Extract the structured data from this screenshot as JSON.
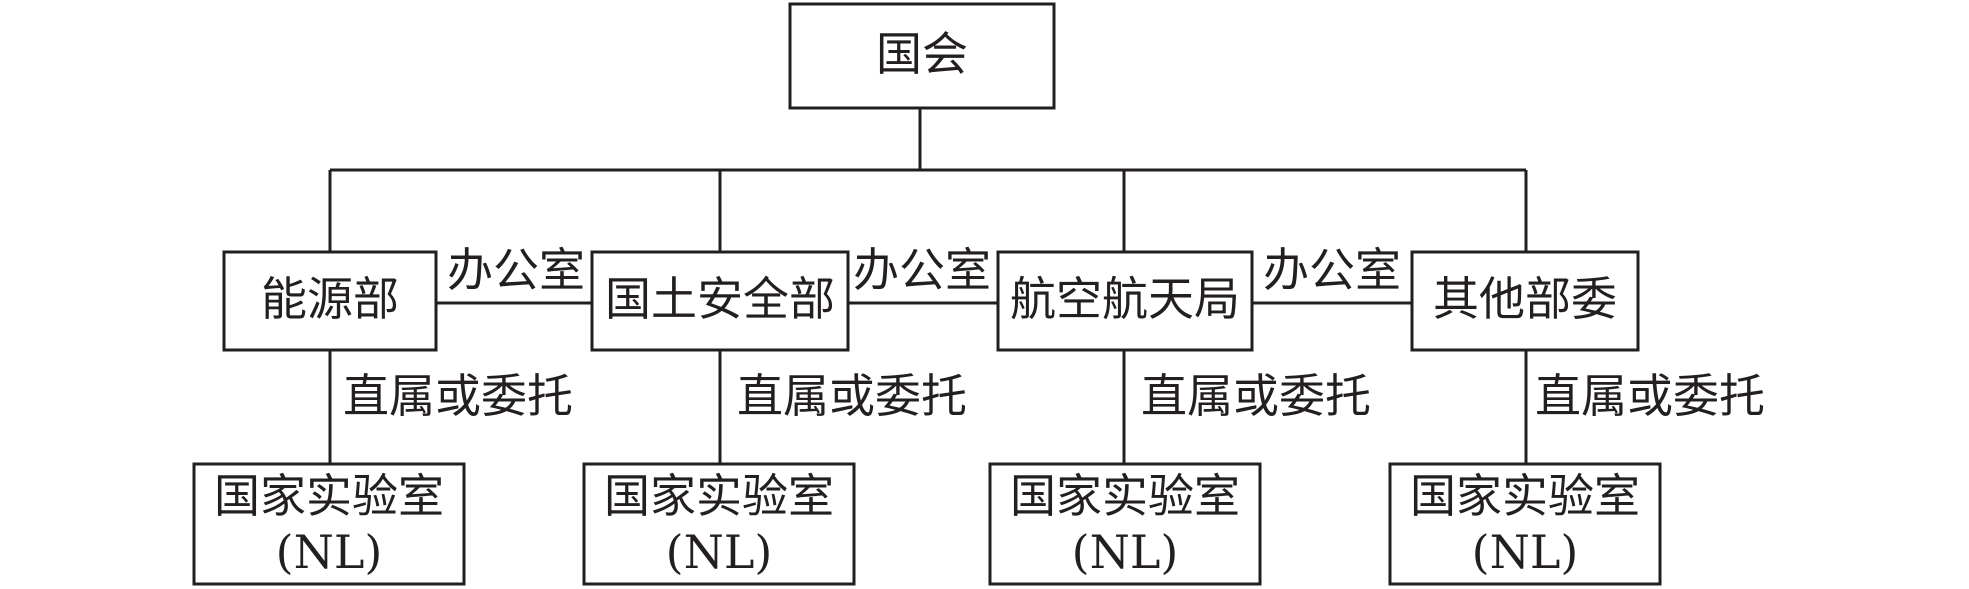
{
  "root": {
    "label": "国会"
  },
  "departments": [
    {
      "label": "能源部"
    },
    {
      "label": "国土安全部"
    },
    {
      "label": "航空航天局"
    },
    {
      "label": "其他部委"
    }
  ],
  "office_links": [
    {
      "label": "办公室"
    },
    {
      "label": "办公室"
    },
    {
      "label": "办公室"
    }
  ],
  "lab_links": [
    {
      "label": "直属或委托"
    },
    {
      "label": "直属或委托"
    },
    {
      "label": "直属或委托"
    },
    {
      "label": "直属或委托"
    }
  ],
  "labs": [
    {
      "line1": "国家实验室",
      "line2": "(NL)"
    },
    {
      "line1": "国家实验室",
      "line2": "(NL)"
    },
    {
      "line1": "国家实验室",
      "line2": "(NL)"
    },
    {
      "line1": "国家实验室",
      "line2": "(NL)"
    }
  ]
}
